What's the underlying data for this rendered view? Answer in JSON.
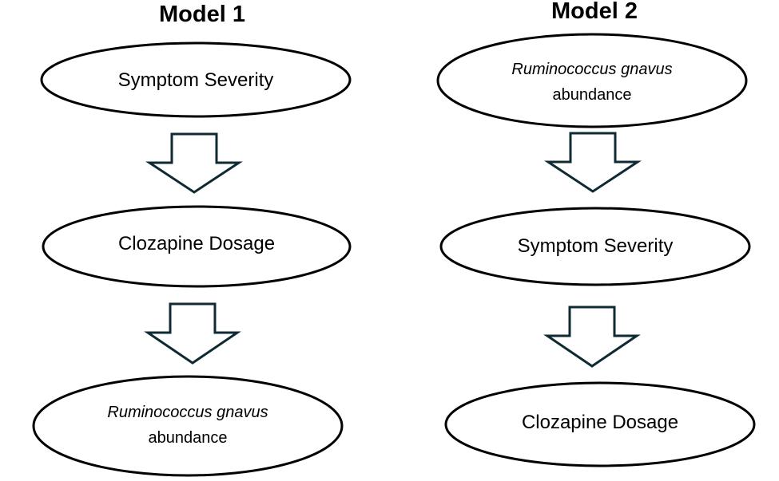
{
  "colors": {
    "arrow_stroke": "#0f2a33",
    "node_stroke": "#000000",
    "text": "#000000"
  },
  "model1": {
    "title": "Model 1",
    "nodes": [
      {
        "label": "Symptom Severity"
      },
      {
        "label": "Clozapine Dosage"
      },
      {
        "label_italic": "Ruminococcus gnavus",
        "label_second_line": "abundance"
      }
    ]
  },
  "model2": {
    "title": "Model 2",
    "nodes": [
      {
        "label_italic": "Ruminococcus gnavus",
        "label_second_line": "abundance"
      },
      {
        "label": "Symptom Severity"
      },
      {
        "label": "Clozapine Dosage"
      }
    ]
  }
}
